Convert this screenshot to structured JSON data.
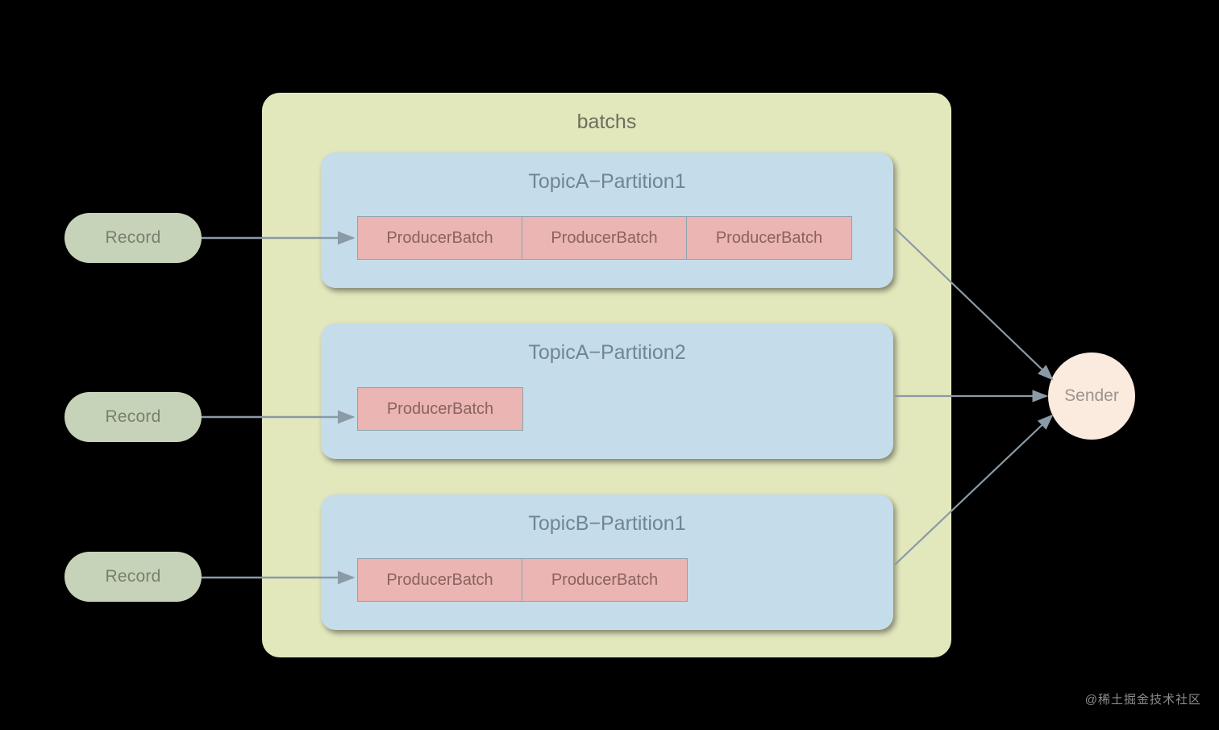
{
  "diagram": {
    "title": "batchs",
    "sender": {
      "label": "Sender"
    },
    "records": [
      {
        "label": "Record"
      },
      {
        "label": "Record"
      },
      {
        "label": "Record"
      }
    ],
    "partitions": [
      {
        "title": "TopicA−Partition1",
        "batches": [
          {
            "label": "ProducerBatch"
          },
          {
            "label": "ProducerBatch"
          },
          {
            "label": "ProducerBatch"
          }
        ]
      },
      {
        "title": "TopicA−Partition2",
        "batches": [
          {
            "label": "ProducerBatch"
          }
        ]
      },
      {
        "title": "TopicB−Partition1",
        "batches": [
          {
            "label": "ProducerBatch"
          },
          {
            "label": "ProducerBatch"
          }
        ]
      }
    ],
    "watermark": "@稀土掘金技术社区",
    "colors": {
      "background": "#000000",
      "batchs_fill": "#e3e7bc",
      "partition_fill": "#c5dcea",
      "producer_batch_fill": "#eab5b2",
      "record_fill": "#c6d3b9",
      "sender_fill": "#fbeade",
      "connector": "#8a9aa6",
      "batchs_text": "#6e6e5c",
      "partition_text": "#6f8695",
      "producer_batch_text": "#8a6260",
      "record_text": "#77806d",
      "sender_text": "#9a948f"
    }
  }
}
